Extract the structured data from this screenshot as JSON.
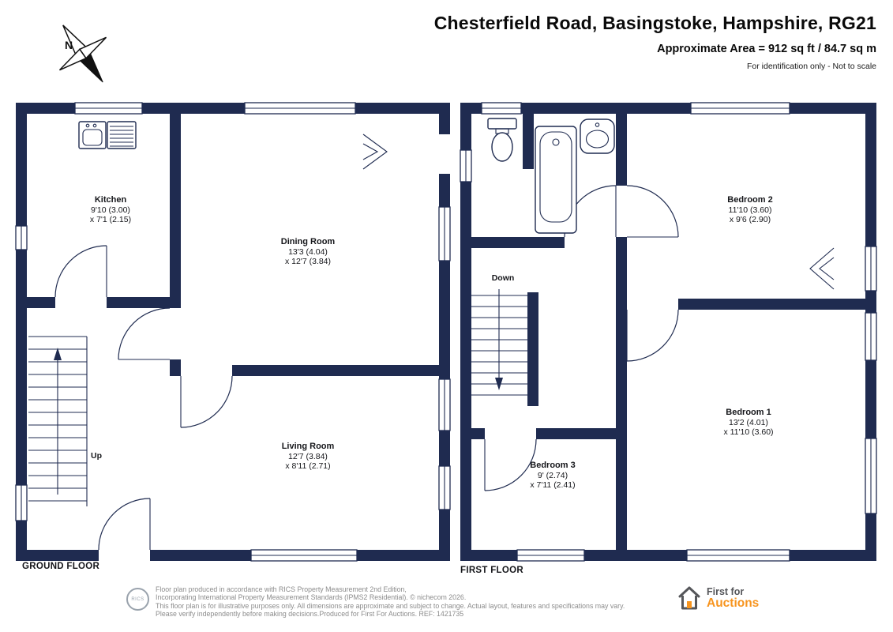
{
  "header": {
    "title": "Chesterfield Road, Basingstoke, Hampshire, RG21",
    "area_line": "Approximate Area = 912 sq ft / 84.7 sq m",
    "scale_note": "For identification only - Not to scale"
  },
  "compass": {
    "north_letter": "N"
  },
  "floors": {
    "ground": {
      "label": "GROUND FLOOR",
      "stairs_label": "Up",
      "rooms": [
        {
          "name": "Kitchen",
          "dim1": "9'10 (3.00)",
          "dim2": "x 7'1 (2.15)"
        },
        {
          "name": "Dining Room",
          "dim1": "13'3 (4.04)",
          "dim2": "x 12'7 (3.84)"
        },
        {
          "name": "Living Room",
          "dim1": "12'7 (3.84)",
          "dim2": "x 8'11 (2.71)"
        }
      ]
    },
    "first": {
      "label": "FIRST FLOOR",
      "stairs_label": "Down",
      "rooms": [
        {
          "name": "Bedroom 2",
          "dim1": "11'10 (3.60)",
          "dim2": "x 9'6 (2.90)"
        },
        {
          "name": "Bedroom 1",
          "dim1": "13'2 (4.01)",
          "dim2": "x 11'10 (3.60)"
        },
        {
          "name": "Bedroom 3",
          "dim1": "9' (2.74)",
          "dim2": "x 7'11 (2.41)"
        }
      ]
    }
  },
  "footer": {
    "roundel_text": "RICS",
    "line1": "Floor plan produced in accordance with RICS Property Measurement 2nd Edition,",
    "line2": "Incorporating International Property Measurement Standards (IPMS2 Residential).   © nichecom 2026.",
    "line3": "This floor plan is for illustrative purposes only. All dimensions are approximate and subject to change. Actual layout, features and specifications may vary.",
    "line4": "Please verify independently before making decisions.Produced for First For Auctions.    REF:  1421735"
  },
  "logo": {
    "top": "First for",
    "bottom": "Auctions"
  },
  "icons": {
    "compass": "compass-rose",
    "toilet": "toilet",
    "bath": "bathtub",
    "sink": "basin",
    "kitchen_sink": "double-sink",
    "logo_house": "house"
  },
  "colors": {
    "wall": "#1f2b50",
    "accent": "#f7941e",
    "ink": "#15161a",
    "muted": "#8c8c8c",
    "logo_gray": "#55565a"
  }
}
